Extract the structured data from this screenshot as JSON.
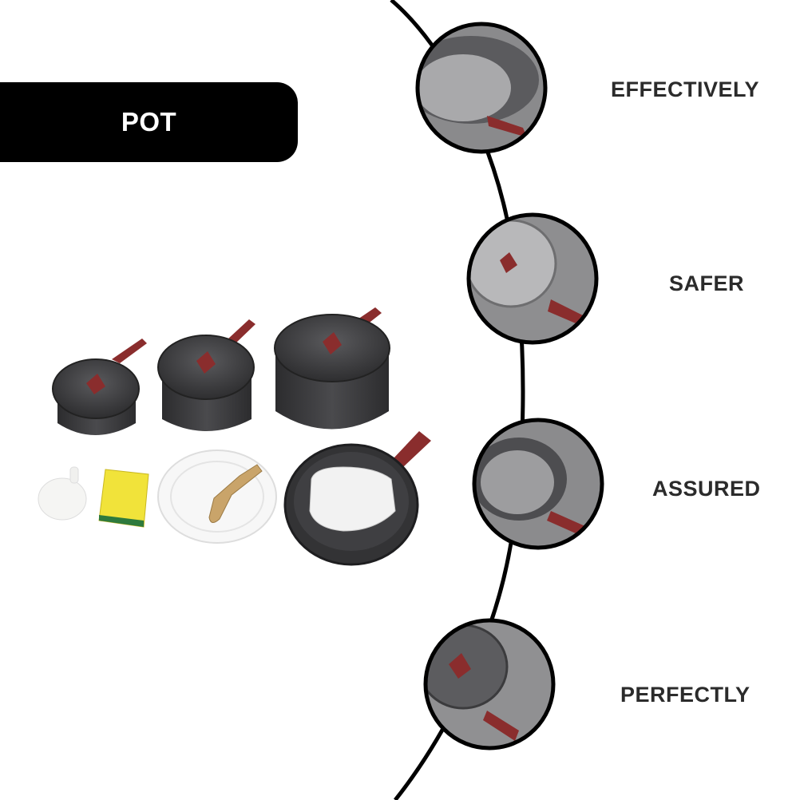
{
  "title": "POT",
  "features": [
    {
      "label": "EFFECTIVELY"
    },
    {
      "label": "SAFER"
    },
    {
      "label": "ASSURED"
    },
    {
      "label": "PERFECTLY"
    }
  ],
  "colors": {
    "banner": "#000000",
    "banner_text": "#ffffff",
    "label_text": "#2b2b2b",
    "pot_body": "#3d3d3f",
    "handle": "#8a2d2d",
    "background": "#ffffff"
  }
}
